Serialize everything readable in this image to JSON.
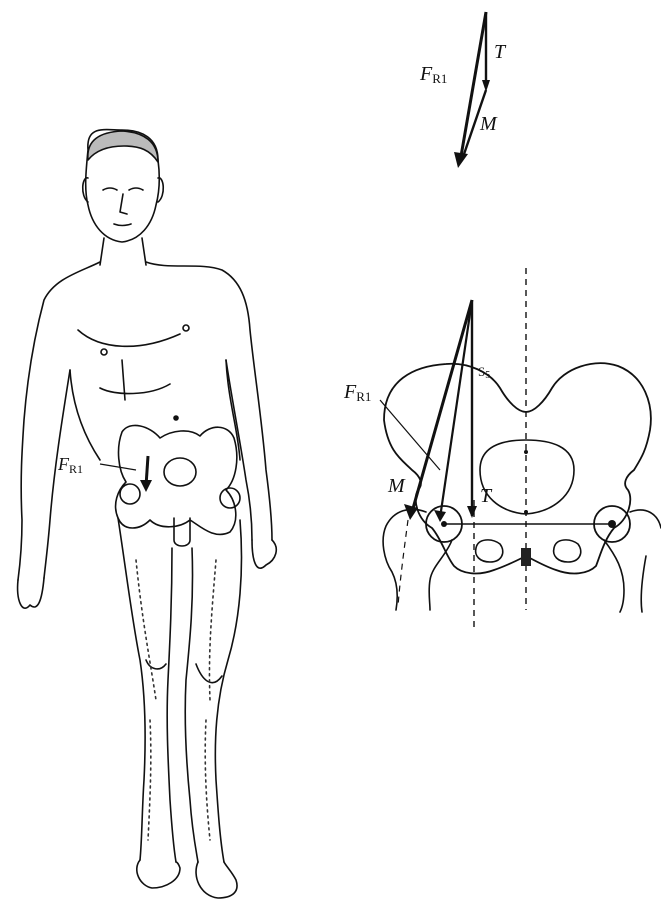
{
  "labels": {
    "fr1_body": {
      "main": "F",
      "sub": "R1"
    },
    "fr1_triangle": {
      "main": "F",
      "sub": "R1"
    },
    "t_triangle": "T",
    "m_triangle": "M",
    "fr1_pelvis": {
      "main": "F",
      "sub": "R1"
    },
    "m_pelvis": "M",
    "t_pelvis": "T",
    "s5": "S",
    "s5_sub": "5"
  }
}
